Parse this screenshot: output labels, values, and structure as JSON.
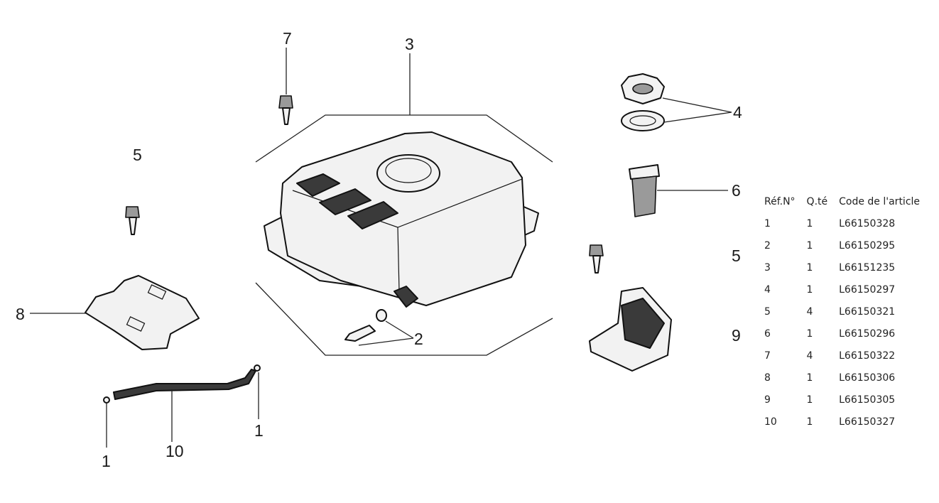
{
  "callouts": {
    "c1a": "1",
    "c1b": "1",
    "c2": "2",
    "c3": "3",
    "c4": "4",
    "c5a": "5",
    "c5b": "5",
    "c6": "6",
    "c7": "7",
    "c8": "8",
    "c9": "9",
    "c10": "10"
  },
  "table": {
    "headers": [
      "Réf.N°",
      "Q.té",
      "Code de l'article"
    ],
    "rows": [
      [
        "1",
        "1",
        "L66150328"
      ],
      [
        "2",
        "1",
        "L66150295"
      ],
      [
        "3",
        "1",
        "L66151235"
      ],
      [
        "4",
        "1",
        "L66150297"
      ],
      [
        "5",
        "4",
        "L66150321"
      ],
      [
        "6",
        "1",
        "L66150296"
      ],
      [
        "7",
        "4",
        "L66150322"
      ],
      [
        "8",
        "1",
        "L66150306"
      ],
      [
        "9",
        "1",
        "L66150305"
      ],
      [
        "10",
        "1",
        "L66150327"
      ]
    ]
  }
}
